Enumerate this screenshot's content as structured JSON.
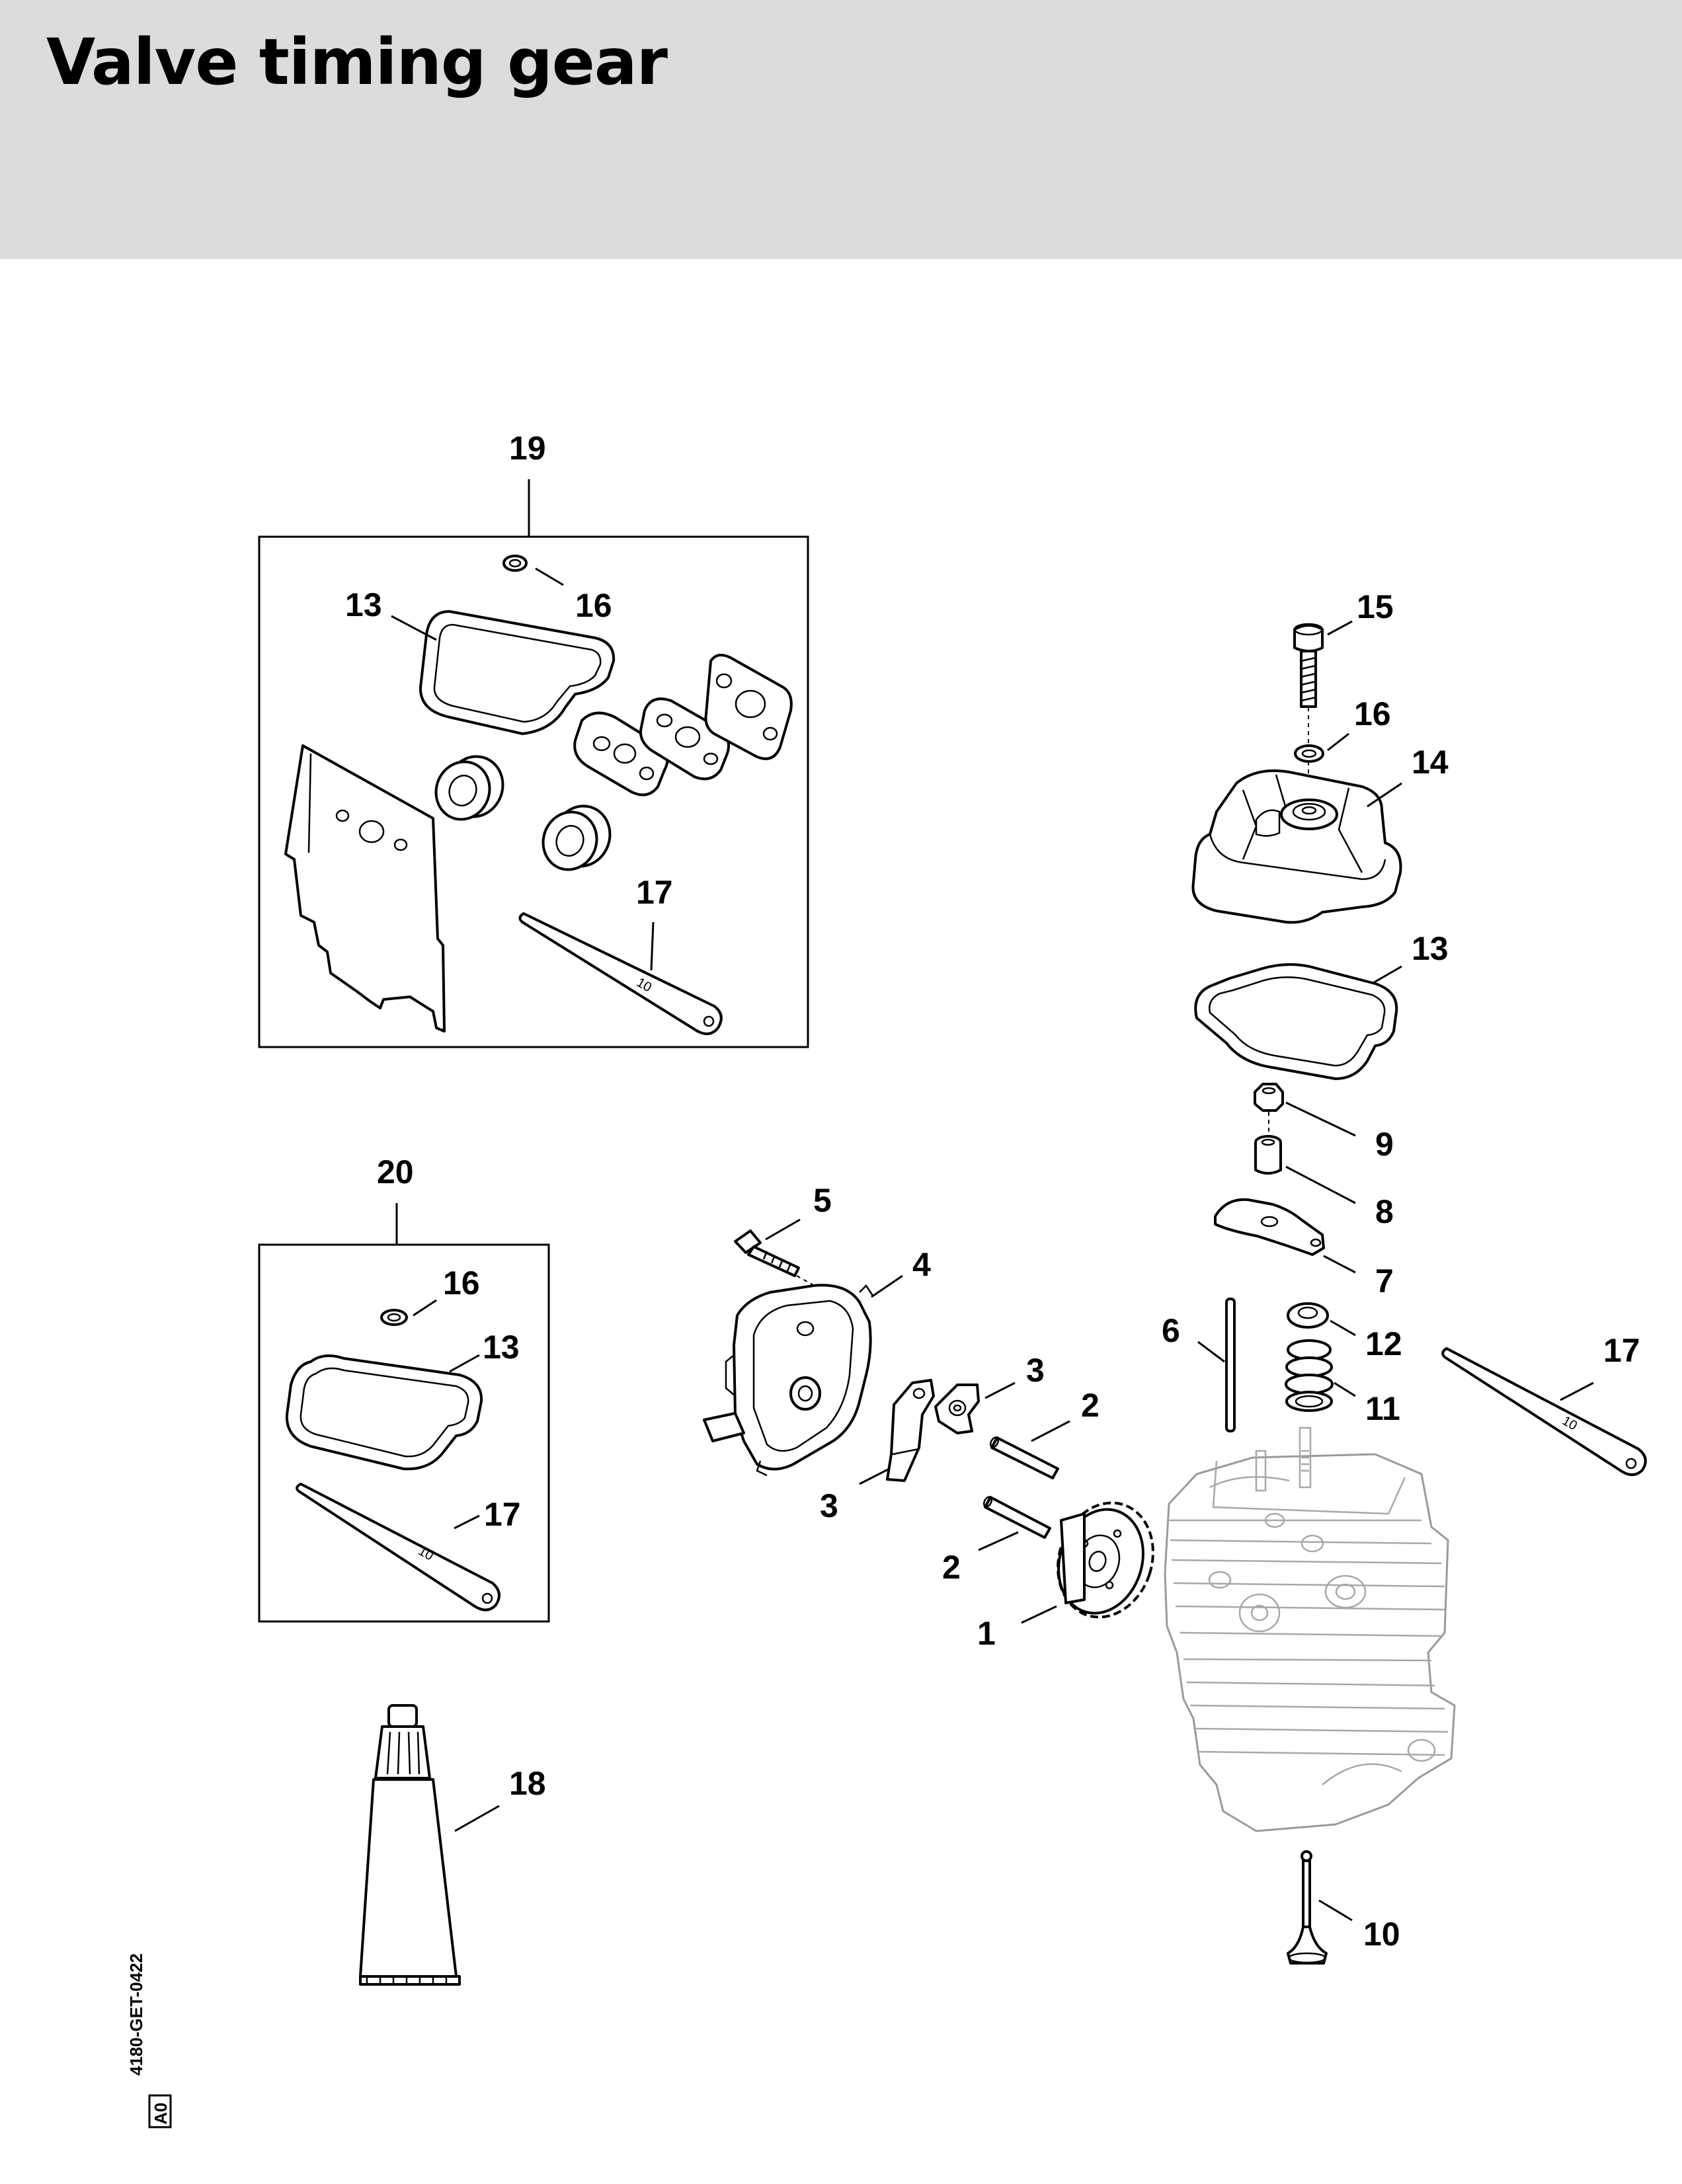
{
  "page": {
    "title": "Valve timing gear",
    "document_code": "4180-GET-0422",
    "document_revision": "A0",
    "tool_marking": "10"
  },
  "callouts": {
    "kit_19": "19",
    "kit_19_gasket": "13",
    "kit_19_seal": "16",
    "kit_19_tool": "17",
    "kit_20": "20",
    "kit_20_seal": "16",
    "kit_20_gasket": "13",
    "kit_20_tool": "17",
    "grease_tube": "18",
    "screw": "15",
    "seal_washer": "16",
    "valve_cover": "14",
    "cover_gasket": "13",
    "nut": "9",
    "adjusting_screw": "8",
    "rocker_arm": "7",
    "push_rod": "6",
    "spring_retainer": "12",
    "valve_spring": "11",
    "feeler_tool": "17",
    "valve": "10",
    "housing_screw": "5",
    "timing_housing": "4",
    "cam_follower_right": "3",
    "cam_follower_left": "3",
    "pin_upper": "2",
    "pin_lower": "2",
    "timing_gear": "1"
  }
}
